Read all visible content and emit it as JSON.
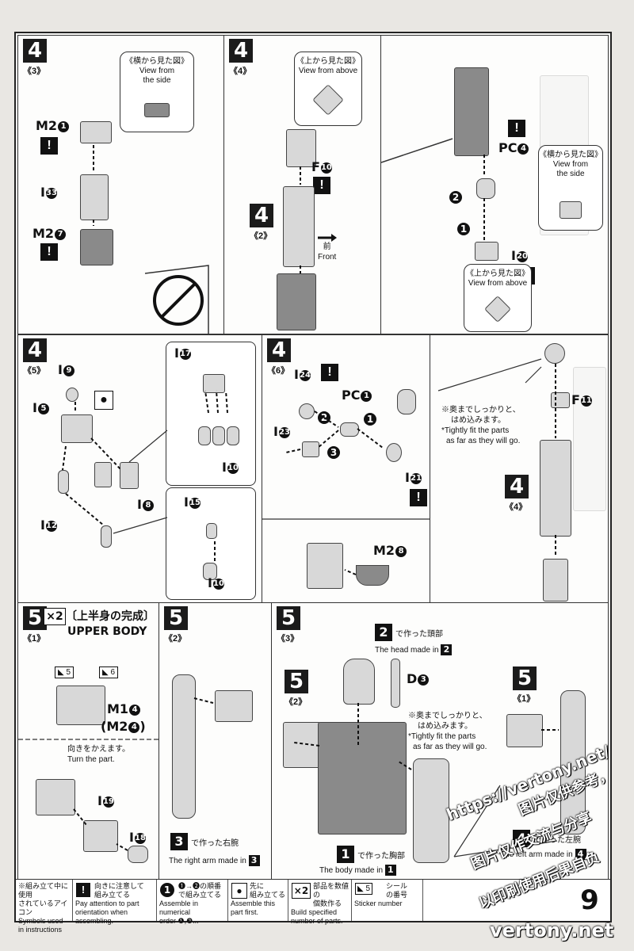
{
  "page_number": "9",
  "panels": {
    "p1": {
      "step": "4",
      "sub": "《3》",
      "view_jp": "《横から見た図》",
      "view_en": "View from the side",
      "labels": [
        "M2",
        "I",
        "M2"
      ],
      "nums": [
        "1",
        "33",
        "7"
      ]
    },
    "p2": {
      "step": "4",
      "sub": "《4》",
      "view_jp": "《上から見た図》",
      "view_en": "View from above",
      "part_f": "F",
      "part_f_num": "10",
      "ref_step": "4",
      "ref_sub": "《2》",
      "front_jp": "前",
      "front_en": "Front"
    },
    "p3": {
      "pc": "PC",
      "pc_num": "4",
      "i": "I",
      "i_num": "20",
      "view_side_jp": "《横から見た図》",
      "view_side_en": "View from the side",
      "view_above_jp": "《上から見た図》",
      "view_above_en": "View from above",
      "seq1": "1",
      "seq2": "2"
    },
    "p4": {
      "step": "4",
      "sub": "《5》",
      "labels": [
        {
          "t": "I",
          "n": "9"
        },
        {
          "t": "I",
          "n": "5"
        },
        {
          "t": "I",
          "n": "8"
        },
        {
          "t": "I",
          "n": "12"
        },
        {
          "t": "I",
          "n": "17"
        },
        {
          "t": "I",
          "n": "10"
        },
        {
          "t": "I",
          "n": "15"
        },
        {
          "t": "I",
          "n": "10"
        }
      ]
    },
    "p5": {
      "step": "4",
      "sub": "《6》",
      "labels": [
        {
          "t": "I",
          "n": "24"
        },
        {
          "t": "PC",
          "n": "1"
        },
        {
          "t": "I",
          "n": "23"
        },
        {
          "t": "I",
          "n": "21"
        },
        {
          "t": "M2",
          "n": "8"
        }
      ],
      "seq": [
        "1",
        "2",
        "3"
      ]
    },
    "p6": {
      "note_jp1": "※奥までしっかりと、",
      "note_jp2": "はめ込みます。",
      "note_en1": "*Tightly fit the parts",
      "note_en2": "as far as they will go.",
      "part_f": "F",
      "part_f_num": "11",
      "ref_step": "4",
      "ref_sub": "《4》"
    },
    "p7": {
      "step": "5",
      "sub": "《1》",
      "mult": "×2",
      "title_jp": "〔上半身の完成〕",
      "title_en": "UPPER BODY",
      "sticker_a": "5",
      "sticker_b": "6",
      "m1": "M1",
      "m1_num": "4",
      "m2": "(M2",
      "m2_num": "4",
      "m2_close": ")",
      "turn_jp": "向きをかえます。",
      "turn_en": "Turn the part.",
      "i19": "I",
      "i19_num": "19",
      "i18": "I",
      "i18_num": "18"
    },
    "p8": {
      "step": "5",
      "sub": "《2》",
      "badge": "3",
      "cap_jp": "で作った右腕",
      "cap_en": "The right arm made in",
      "cap_ref": "3"
    },
    "p9": {
      "step": "5",
      "sub": "《3》",
      "head_badge": "2",
      "head_jp": "で作った頭部",
      "head_en": "The head made in",
      "head_ref": "2",
      "d": "D",
      "d_num": "3",
      "ref_step": "5",
      "ref_sub": "《2》",
      "note_jp1": "※奥までしっかりと、",
      "note_jp2": "はめ込みます。",
      "note_en1": "*Tightly fit the parts",
      "note_en2": "as far as they will go.",
      "body_badge": "1",
      "body_jp": "で作った胸部",
      "body_en": "The body made in",
      "body_ref": "1",
      "left_ref_step": "5",
      "left_ref_sub": "《1》",
      "left_badge": "4",
      "left_jp": "で作った左腕",
      "left_en": "The left arm made in",
      "left_ref": "4"
    }
  },
  "legend": {
    "title_jp1": "※組み立て中に使用",
    "title_jp2": "されているアイコン",
    "title_en1": "Symbols used",
    "title_en2": "in instructions",
    "items": [
      {
        "icon": "!",
        "jp1": "向きに注意して",
        "jp2": "組み立てる",
        "en1": "Pay attention to part",
        "en2": "orientation when assembling."
      },
      {
        "icon": "1",
        "jp1": "❶→❷の順番",
        "jp2": "で組み立てる",
        "en1": "Assemble in numerical",
        "en2": "order ❶,❷..."
      },
      {
        "icon": "●",
        "jp1": "先に",
        "jp2": "組み立てる",
        "en1": "Assemble this",
        "en2": "part first."
      },
      {
        "icon": "×2",
        "jp1": "部品を数値の",
        "jp2": "個数作る",
        "en1": "Build specified",
        "en2": "number of parts."
      },
      {
        "icon": "5",
        "jp1": "シール",
        "jp2": "の番号",
        "en1": "Sticker number",
        "en2": ""
      }
    ]
  },
  "watermarks": {
    "url": "https://vertony.net/",
    "cn1": "图片仅供参考，",
    "cn2": "图片仅作交流与分享",
    "cn3": "以印刷使用后果自负",
    "site": "vertony.net"
  }
}
